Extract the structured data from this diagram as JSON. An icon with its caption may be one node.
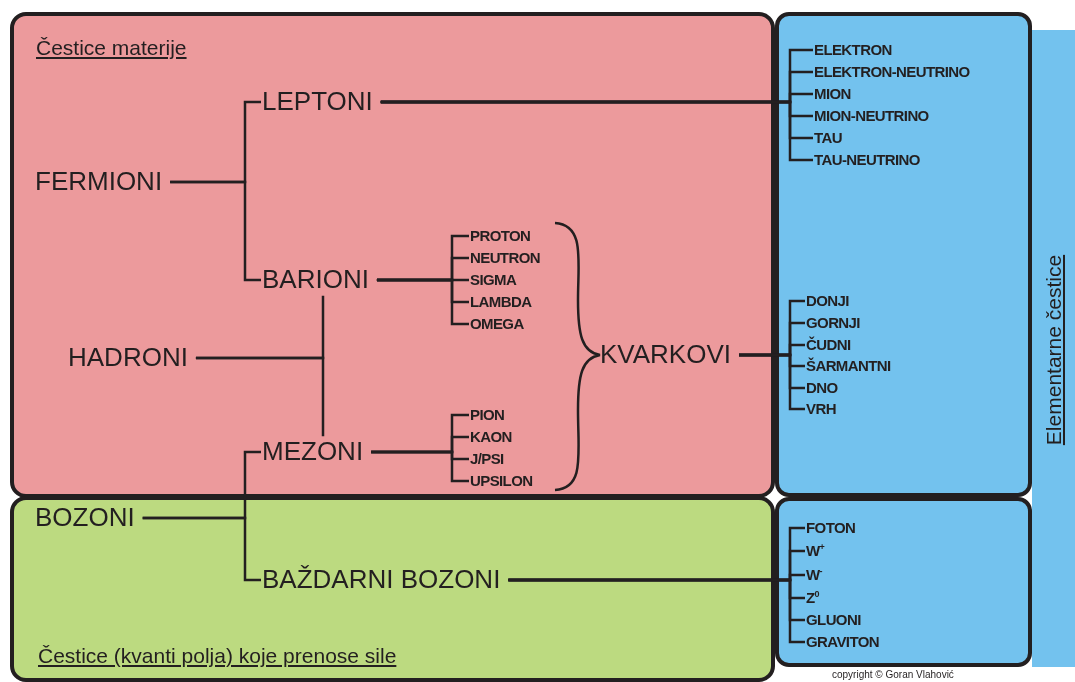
{
  "diagram": {
    "nodes": [
      {
        "text": [
          "Čestice materije"
        ]
      },
      {
        "text": [
          "Čestice (kvanti polja) koje prenose sile"
        ]
      },
      {
        "text": [
          "Elementarne čestice"
        ]
      },
      {
        "text": [],
        "shape": "box"
      },
      {
        "text": [],
        "shape": "box"
      },
      {
        "text": [
          "FERMIONI"
        ],
        "in": 0
      },
      {
        "text": [
          "LEPTONI"
        ],
        "in": 0
      },
      {
        "text": [
          "BARIONI"
        ],
        "in": 0
      },
      {
        "text": [
          "HADRONI"
        ],
        "in": 0
      },
      {
        "text": [
          "MEZONI"
        ],
        "in": 0
      },
      {
        "text": [
          "KVARKOVI"
        ],
        "in": 0
      },
      {
        "text": [
          "BOZONI"
        ],
        "in": 1
      },
      {
        "text": [
          "BAŽDARNI BOZONI"
        ],
        "in": 1
      },
      {
        "text": [
          "PROTON"
        ],
        "in": 0
      },
      {
        "text": [
          "NEUTRON"
        ],
        "in": 0
      },
      {
        "text": [
          "SIGMA"
        ],
        "in": 0
      },
      {
        "text": [
          "LAMBDA"
        ],
        "in": 0
      },
      {
        "text": [
          "OMEGA"
        ],
        "in": 0
      },
      {
        "text": [
          "PION"
        ],
        "in": 0
      },
      {
        "text": [
          "KAON"
        ],
        "in": 0
      },
      {
        "text": [
          "J/PSI"
        ],
        "in": 0
      },
      {
        "text": [
          "UPSILON"
        ],
        "in": 0
      },
      {
        "text": [
          "ELEKTRON"
        ],
        "in": 3
      },
      {
        "text": [
          "ELEKTRON-NEUTRINO"
        ],
        "in": 3
      },
      {
        "text": [
          "MION"
        ],
        "in": 3
      },
      {
        "text": [
          "MION-NEUTRINO"
        ],
        "in": 3
      },
      {
        "text": [
          "TAU"
        ],
        "in": 3
      },
      {
        "text": [
          "TAU-NEUTRINO"
        ],
        "in": 3
      },
      {
        "text": [
          "DONJI"
        ],
        "in": 3
      },
      {
        "text": [
          "GORNJI"
        ],
        "in": 3
      },
      {
        "text": [
          "ČUDNI"
        ],
        "in": 3
      },
      {
        "text": [
          "ŠARMANTNI"
        ],
        "in": 3
      },
      {
        "text": [
          "DNO"
        ],
        "in": 3
      },
      {
        "text": [
          "VRH"
        ],
        "in": 3
      },
      {
        "text": [
          "FOTON"
        ],
        "in": 4
      },
      {
        "text": [
          "W$^{+}$"
        ],
        "in": 4
      },
      {
        "text": [
          "W$^{-}$"
        ],
        "in": 4
      },
      {
        "text": [
          "Z$^{0}$"
        ],
        "in": 4
      },
      {
        "text": [
          "GLUONI"
        ],
        "in": 4
      },
      {
        "text": [
          "GRAVITON"
        ],
        "in": 4
      }
    ],
    "edges": [
      {
        "from": 5,
        "to": 6,
        "arrow": "none"
      },
      {
        "from": 5,
        "to": 7,
        "arrow": "none"
      },
      {
        "from": 8,
        "to": 7,
        "arrow": "none"
      },
      {
        "from": 8,
        "to": 9,
        "arrow": "none"
      },
      {
        "from": 11,
        "to": 9,
        "arrow": "none"
      },
      {
        "from": 11,
        "to": 12,
        "arrow": "none"
      },
      {
        "from": 6,
        "to": 22,
        "arrow": "none"
      },
      {
        "from": 6,
        "to": 23,
        "arrow": "none"
      },
      {
        "from": 6,
        "to": 24,
        "arrow": "none"
      },
      {
        "from": 6,
        "to": 25,
        "arrow": "none"
      },
      {
        "from": 6,
        "to": 26,
        "arrow": "none"
      },
      {
        "from": 6,
        "to": 27,
        "arrow": "none"
      },
      {
        "from": 7,
        "to": 13,
        "arrow": "none"
      },
      {
        "from": 7,
        "to": 14,
        "arrow": "none"
      },
      {
        "from": 7,
        "to": 15,
        "arrow": "none"
      },
      {
        "from": 7,
        "to": 16,
        "arrow": "none"
      },
      {
        "from": 7,
        "to": 17,
        "arrow": "none"
      },
      {
        "from": 9,
        "to": 18,
        "arrow": "none"
      },
      {
        "from": 9,
        "to": 19,
        "arrow": "none"
      },
      {
        "from": 9,
        "to": 20,
        "arrow": "none"
      },
      {
        "from": 9,
        "to": 21,
        "arrow": "none"
      },
      {
        "from": 10,
        "to": 28,
        "arrow": "none"
      },
      {
        "from": 10,
        "to": 29,
        "arrow": "none"
      },
      {
        "from": 10,
        "to": 30,
        "arrow": "none"
      },
      {
        "from": 10,
        "to": 31,
        "arrow": "none"
      },
      {
        "from": 10,
        "to": 32,
        "arrow": "none"
      },
      {
        "from": 10,
        "to": 33,
        "arrow": "none"
      },
      {
        "from": 12,
        "to": 34,
        "arrow": "none"
      },
      {
        "from": 12,
        "to": 35,
        "arrow": "none"
      },
      {
        "from": 12,
        "to": 36,
        "arrow": "none"
      },
      {
        "from": 12,
        "to": 37,
        "arrow": "none"
      },
      {
        "from": 12,
        "to": 38,
        "arrow": "none"
      },
      {
        "from": 12,
        "to": 39,
        "arrow": "none"
      }
    ],
    "labels": [
      "copyright © Goran Vlahović"
    ]
  }
}
